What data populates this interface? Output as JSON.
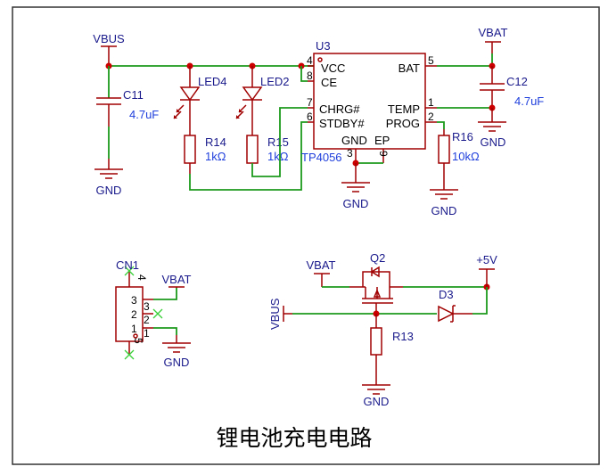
{
  "title": "锂电池充电电路",
  "colors": {
    "wire": "#1c9a1c",
    "component": "#a00000",
    "junction": "#cc0000",
    "net_label": "#1a1a8c",
    "value": "#1f3fdc",
    "no_connect": "#39d039"
  },
  "nets": {
    "vbus": "VBUS",
    "vbat": "VBAT",
    "gnd": "GND",
    "v5": "+5V"
  },
  "u3": {
    "ref": "U3",
    "part": "TP4056",
    "pins": {
      "vcc": "VCC",
      "ce": "CE",
      "chrg": "CHRG#",
      "stdby": "STDBY#",
      "gnd": "GND",
      "ep": "EP",
      "bat": "BAT",
      "temp": "TEMP",
      "prog": "PROG"
    },
    "pin_numbers": {
      "vcc": "4",
      "ce": "8",
      "chrg": "7",
      "stdby": "6",
      "gnd": "3",
      "ep": "9",
      "bat": "5",
      "temp": "1",
      "prog": "2"
    }
  },
  "c11": {
    "ref": "C11",
    "value": "4.7uF"
  },
  "c12": {
    "ref": "C12",
    "value": "4.7uF"
  },
  "led4": {
    "ref": "LED4"
  },
  "led2": {
    "ref": "LED2"
  },
  "r14": {
    "ref": "R14",
    "value": "1kΩ"
  },
  "r15": {
    "ref": "R15",
    "value": "1kΩ"
  },
  "r16": {
    "ref": "R16",
    "value": "10kΩ"
  },
  "r13": {
    "ref": "R13"
  },
  "q2": {
    "ref": "Q2"
  },
  "d3": {
    "ref": "D3"
  },
  "cn1": {
    "ref": "CN1",
    "inner_pins": [
      "3",
      "2",
      "1"
    ],
    "outer_pins": [
      "3",
      "2",
      "1"
    ],
    "top_pin": "4",
    "bottom_pin": "5"
  }
}
